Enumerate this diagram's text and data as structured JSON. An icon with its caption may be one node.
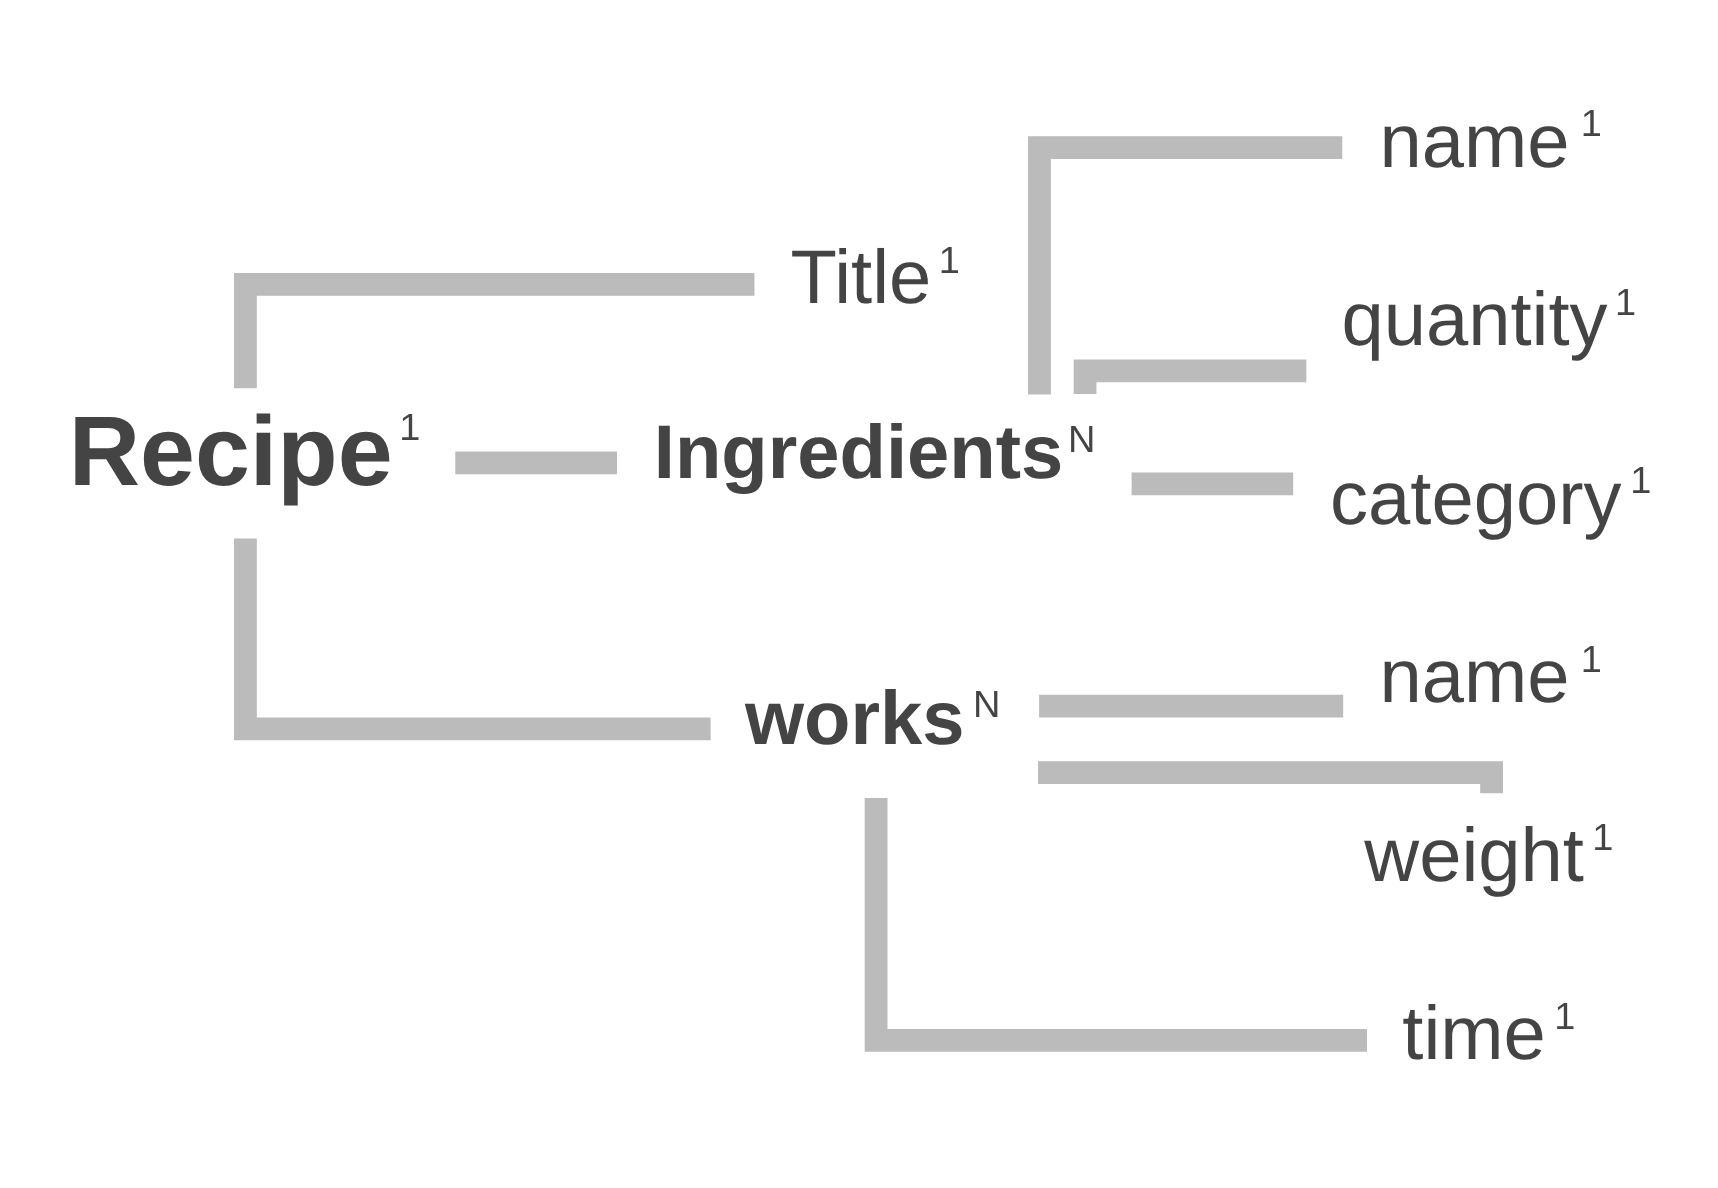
{
  "diagram": {
    "nodes": [
      {
        "text": [
          "Recipe"
        ],
        "beside": [
          "1"
        ]
      },
      {
        "text": [
          "Title"
        ],
        "beside": [
          "1"
        ]
      },
      {
        "text": [
          "Ingredients"
        ],
        "beside": [
          "N"
        ]
      },
      {
        "text": [
          "name"
        ],
        "beside": [
          "1"
        ]
      },
      {
        "text": [
          "quantity"
        ],
        "beside": [
          "1"
        ]
      },
      {
        "text": [
          "category"
        ],
        "beside": [
          "1"
        ]
      },
      {
        "text": [
          "works"
        ],
        "beside": [
          "N"
        ]
      },
      {
        "text": [
          "name"
        ],
        "beside": [
          "1"
        ]
      },
      {
        "text": [
          "weight"
        ],
        "beside": [
          "1"
        ]
      },
      {
        "text": [
          "time"
        ],
        "beside": [
          "1"
        ]
      }
    ],
    "edges": [
      {
        "from": 0,
        "to": 1,
        "arrow": "none"
      },
      {
        "from": 0,
        "to": 2,
        "arrow": "none"
      },
      {
        "from": 0,
        "to": 6,
        "arrow": "none"
      },
      {
        "from": 2,
        "to": 3,
        "arrow": "none"
      },
      {
        "from": 2,
        "to": 4,
        "arrow": "none"
      },
      {
        "from": 2,
        "to": 5,
        "arrow": "none"
      },
      {
        "from": 6,
        "to": 7,
        "arrow": "none"
      },
      {
        "from": 6,
        "to": 8,
        "arrow": "none"
      },
      {
        "from": 6,
        "to": 9,
        "arrow": "none"
      }
    ]
  }
}
